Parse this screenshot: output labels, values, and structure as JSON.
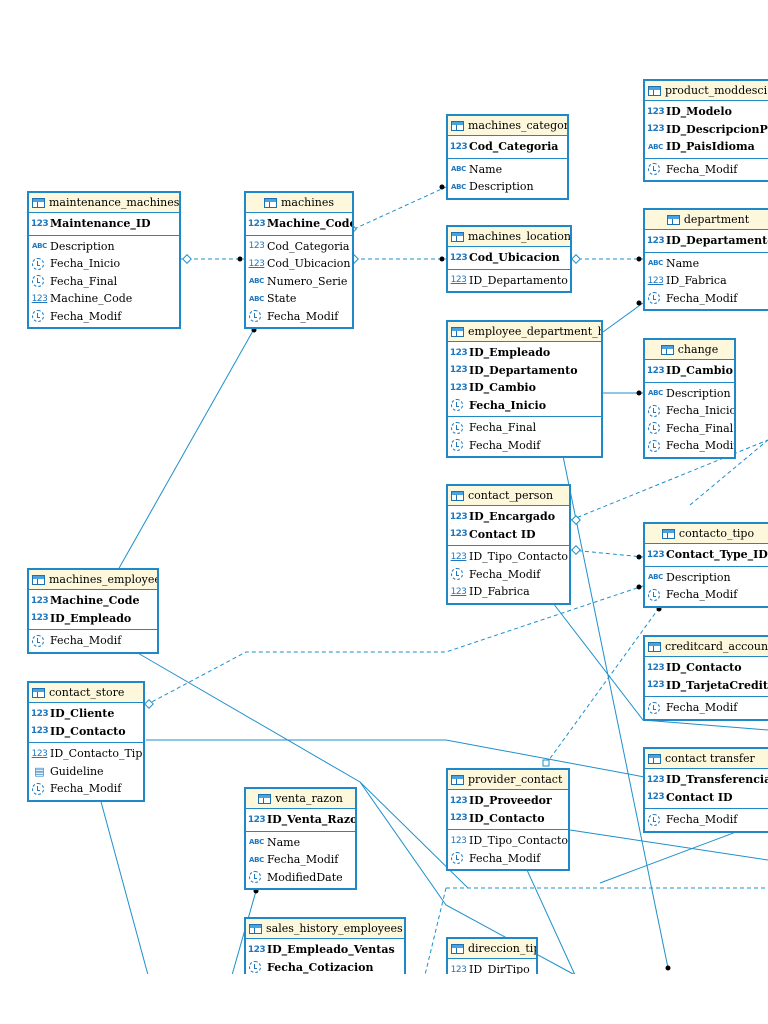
{
  "entities": {
    "product_moddesci": {
      "title": "product_moddesci",
      "pk": [
        {
          "name": "ID_Modelo",
          "type": "num"
        },
        {
          "name": "ID_DescripcionProd",
          "type": "num"
        },
        {
          "name": "ID_PaisIdioma",
          "type": "abc"
        }
      ],
      "cols": [
        {
          "name": "Fecha_Modif",
          "type": "date"
        }
      ]
    },
    "machines_category": {
      "title": "machines_category",
      "pk": [
        {
          "name": "Cod_Categoria",
          "type": "num"
        }
      ],
      "cols": [
        {
          "name": "Name",
          "type": "abc"
        },
        {
          "name": "Description",
          "type": "abc"
        }
      ]
    },
    "maintenance_machines": {
      "title": "maintenance_machines",
      "pk": [
        {
          "name": "Maintenance_ID",
          "type": "num"
        }
      ],
      "cols": [
        {
          "name": "Description",
          "type": "abc"
        },
        {
          "name": "Fecha_Inicio",
          "type": "date"
        },
        {
          "name": "Fecha_Final",
          "type": "date"
        },
        {
          "name": "Machine_Code",
          "type": "fk"
        },
        {
          "name": "Fecha_Modif",
          "type": "date"
        }
      ]
    },
    "machines": {
      "title": "machines",
      "pk": [
        {
          "name": "Machine_Code",
          "type": "num"
        }
      ],
      "cols": [
        {
          "name": "Cod_Categoria",
          "type": "num"
        },
        {
          "name": "Cod_Ubicacion",
          "type": "fk"
        },
        {
          "name": "Numero_Serie",
          "type": "abc"
        },
        {
          "name": "State",
          "type": "abc"
        },
        {
          "name": "Fecha_Modif",
          "type": "date"
        }
      ]
    },
    "department": {
      "title": "department",
      "pk": [
        {
          "name": "ID_Departamento",
          "type": "num"
        }
      ],
      "cols": [
        {
          "name": "Name",
          "type": "abc"
        },
        {
          "name": "ID_Fabrica",
          "type": "fk"
        },
        {
          "name": "Fecha_Modif",
          "type": "date"
        }
      ]
    },
    "machines_location": {
      "title": "machines_location",
      "pk": [
        {
          "name": "Cod_Ubicacion",
          "type": "num"
        }
      ],
      "cols": [
        {
          "name": "ID_Departamento",
          "type": "fk"
        }
      ]
    },
    "employee_department_history": {
      "title": "employee_department_history",
      "pk": [
        {
          "name": "ID_Empleado",
          "type": "num"
        },
        {
          "name": "ID_Departamento",
          "type": "num"
        },
        {
          "name": "ID_Cambio",
          "type": "num"
        },
        {
          "name": "Fecha_Inicio",
          "type": "date"
        }
      ],
      "cols": [
        {
          "name": "Fecha_Final",
          "type": "date"
        },
        {
          "name": "Fecha_Modif",
          "type": "date"
        }
      ]
    },
    "change": {
      "title": "change",
      "pk": [
        {
          "name": "ID_Cambio",
          "type": "num"
        }
      ],
      "cols": [
        {
          "name": "Description",
          "type": "abc"
        },
        {
          "name": "Fecha_Inicio",
          "type": "date"
        },
        {
          "name": "Fecha_Final",
          "type": "date"
        },
        {
          "name": "Fecha_Modif",
          "type": "date"
        }
      ]
    },
    "contact_person": {
      "title": "contact_person",
      "pk": [
        {
          "name": "ID_Encargado",
          "type": "num"
        },
        {
          "name": "Contact ID",
          "type": "num"
        }
      ],
      "cols": [
        {
          "name": "ID_Tipo_Contacto",
          "type": "fk"
        },
        {
          "name": "Fecha_Modif",
          "type": "date"
        },
        {
          "name": "ID_Fabrica",
          "type": "fk"
        }
      ]
    },
    "contacto_tipo": {
      "title": "contacto_tipo",
      "pk": [
        {
          "name": "Contact_Type_ID",
          "type": "num"
        }
      ],
      "cols": [
        {
          "name": "Description",
          "type": "abc"
        },
        {
          "name": "Fecha_Modif",
          "type": "date"
        }
      ]
    },
    "machines_employees": {
      "title": "machines_employees",
      "pk": [
        {
          "name": "Machine_Code",
          "type": "num"
        },
        {
          "name": "ID_Empleado",
          "type": "num"
        }
      ],
      "cols": [
        {
          "name": "Fecha_Modif",
          "type": "date"
        }
      ]
    },
    "creditcard_account": {
      "title": "creditcard_account",
      "pk": [
        {
          "name": "ID_Contacto",
          "type": "num"
        },
        {
          "name": "ID_TarjetaCredito",
          "type": "num"
        }
      ],
      "cols": [
        {
          "name": "Fecha_Modif",
          "type": "date"
        }
      ]
    },
    "contact_store": {
      "title": "contact_store",
      "pk": [
        {
          "name": "ID_Cliente",
          "type": "num"
        },
        {
          "name": "ID_Contacto",
          "type": "num"
        }
      ],
      "cols": [
        {
          "name": "ID_Contacto_Tipo",
          "type": "fk"
        },
        {
          "name": "Guideline",
          "type": "doc"
        },
        {
          "name": "Fecha_Modif",
          "type": "date"
        }
      ]
    },
    "contact_transfer": {
      "title": "contact transfer",
      "pk": [
        {
          "name": "ID_Transferencia",
          "type": "num"
        },
        {
          "name": "Contact ID",
          "type": "num"
        }
      ],
      "cols": [
        {
          "name": "Fecha_Modif",
          "type": "date"
        }
      ]
    },
    "provider_contact": {
      "title": "provider_contact",
      "pk": [
        {
          "name": "ID_Proveedor",
          "type": "num"
        },
        {
          "name": "ID_Contacto",
          "type": "num"
        }
      ],
      "cols": [
        {
          "name": "ID_Tipo_Contacto",
          "type": "num"
        },
        {
          "name": "Fecha_Modif",
          "type": "date"
        }
      ]
    },
    "venta_razon": {
      "title": "venta_razon",
      "pk": [
        {
          "name": "ID_Venta_Razon",
          "type": "num"
        }
      ],
      "cols": [
        {
          "name": "Name",
          "type": "abc"
        },
        {
          "name": "Fecha_Modif",
          "type": "abc"
        },
        {
          "name": "ModifiedDate",
          "type": "date"
        }
      ]
    },
    "sales_history_employees": {
      "title": "sales_history_employees",
      "pk": [
        {
          "name": "ID_Empleado_Ventas",
          "type": "num"
        },
        {
          "name": "Fecha_Cotizacion",
          "type": "date"
        }
      ],
      "cols": []
    },
    "direccion_tipo": {
      "title": "direccion_tipo",
      "pk": [],
      "cols": [
        {
          "name": "ID_DirTipo",
          "type": "num"
        }
      ]
    }
  },
  "icons": {
    "num": "123",
    "abc": "ABC",
    "fk": "123",
    "date": "clock-icon",
    "doc": "document-icon"
  },
  "colors": {
    "border": "#1e88c8",
    "header": "#fdf8dc",
    "line": "#1e90cc"
  }
}
